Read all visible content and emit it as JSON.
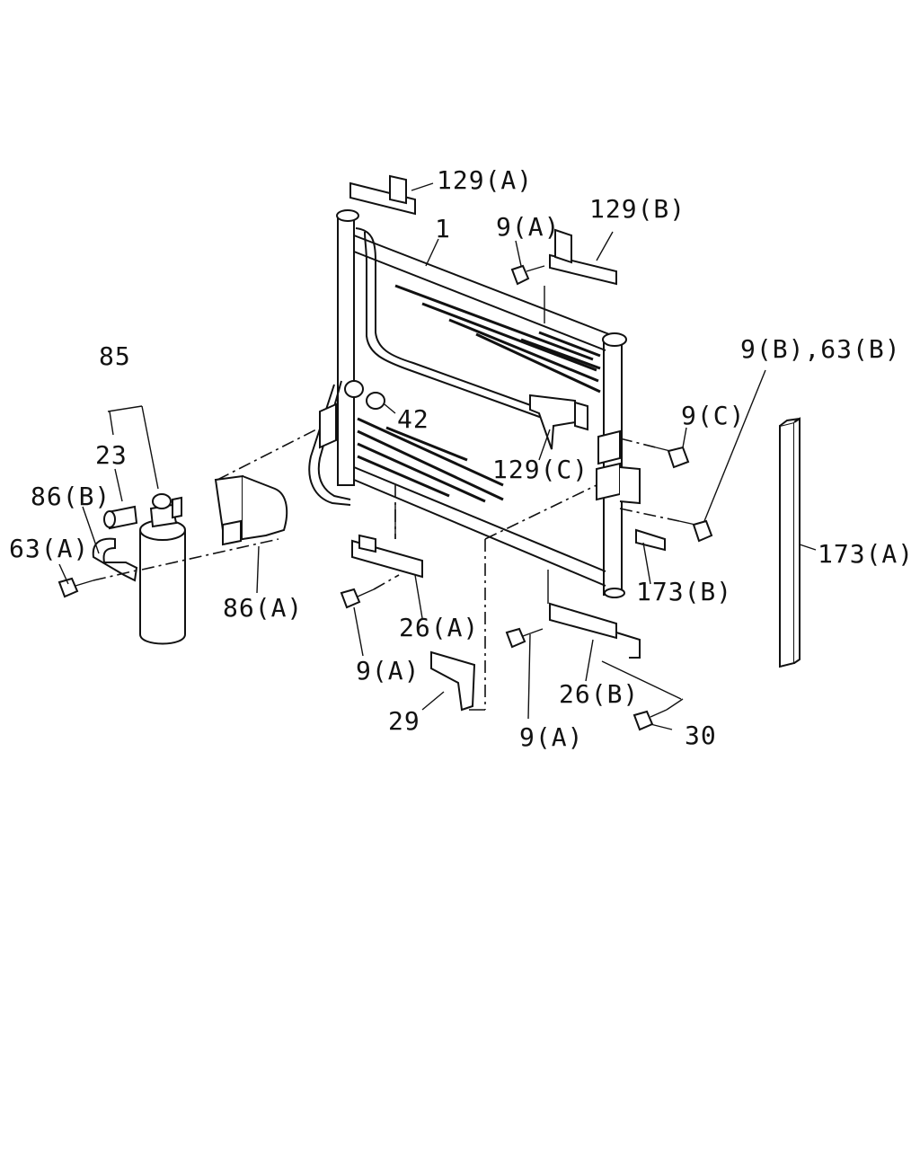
{
  "callouts": {
    "c129a": "129(A)",
    "c1": "1",
    "c9a_top": "9(A)",
    "c129b": "129(B)",
    "c85": "85",
    "c9b63b": "9(B),63(B)",
    "c42": "42",
    "c9c": "9(C)",
    "c23": "23",
    "c129c": "129(C)",
    "c86b": "86(B)",
    "c63a": "63(A)",
    "c173a": "173(A)",
    "c173b": "173(B)",
    "c86a": "86(A)",
    "c26a": "26(A)",
    "c9a_mid": "9(A)",
    "c26b": "26(B)",
    "c29": "29",
    "c9a_bot": "9(A)",
    "c30": "30"
  }
}
